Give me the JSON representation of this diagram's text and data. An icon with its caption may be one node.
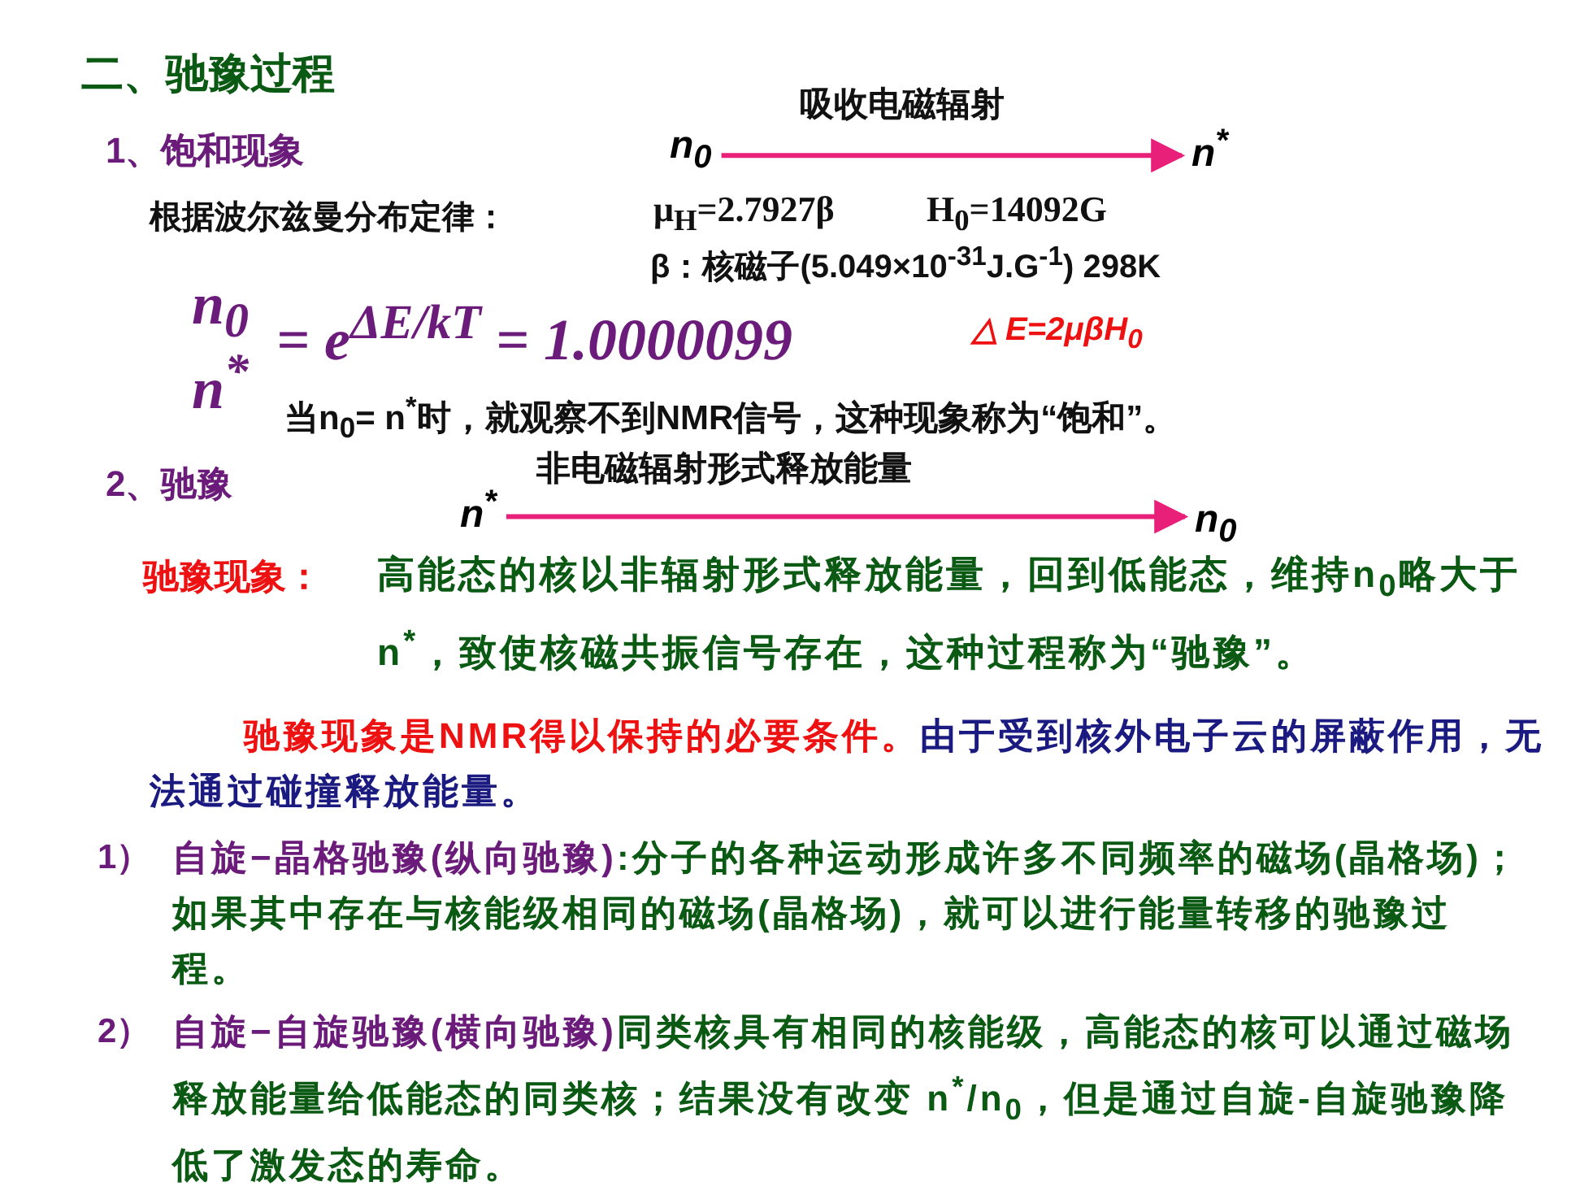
{
  "diagram": {
    "nodes": [
      {
        "text": [
          "n$_{0}$"
        ]
      },
      {
        "text": [
          "n$^{*}$"
        ]
      },
      {
        "text": [
          "n$^{*}$"
        ]
      },
      {
        "text": [
          "n$_{0}$"
        ]
      }
    ],
    "edges": [
      {
        "from": 0,
        "to": 1,
        "arrow": "to",
        "label": "吸收电磁辐射"
      },
      {
        "from": 2,
        "to": 3,
        "arrow": "to",
        "label": "非电磁辐射形式释放能量"
      }
    ],
    "labels": [
      "二、驰豫过程",
      "1、饱和现象",
      "根据波尔兹曼分布定律：",
      "μ$_{H}$=2.7927β",
      "H$_{0}$=14092G",
      "β：核磁子(5.049×10$^{-31}$J.G$^{-1}$) 298K",
      "n$_{0}$",
      "n$^{*}$",
      "= e$^{ΔE/kT}$ = 1.0000099",
      "△ E=2μβH$_{0}$",
      "当n$_{0}$= n$^{*}$时，就观察不到NMR信号，这种现象称为“饱和”。",
      "2、驰豫",
      "驰豫现象：",
      "高能态的核以非辐射形式释放能量，回到低能态，维持n$_{0}$略大于n$^{*}$，致使核磁共振信号存在，这种过程称为“驰豫”。",
      "驰豫现象是NMR得以保持的必要条件。",
      "由于受到核外电子云的屏蔽作用，无法通过碰撞释放能量。",
      "1）",
      "自旋−晶格驰豫(纵向驰豫)",
      ":分子的各种运动形成许多不同频率的磁场(晶格场)；如果其中存在与核能级相同的磁场(晶格场)，就可以进行能量转移的驰豫过程。",
      "2）",
      "自旋−自旋驰豫(横向驰豫)",
      "同类核具有相同的核能级，高能态的核可以通过磁场释放能量给低能态的同类核；结果没有改变 n$^{*}$/n$_{0}$，但是通过自旋-自旋驰豫降低了激发态的寿命。"
    ]
  }
}
